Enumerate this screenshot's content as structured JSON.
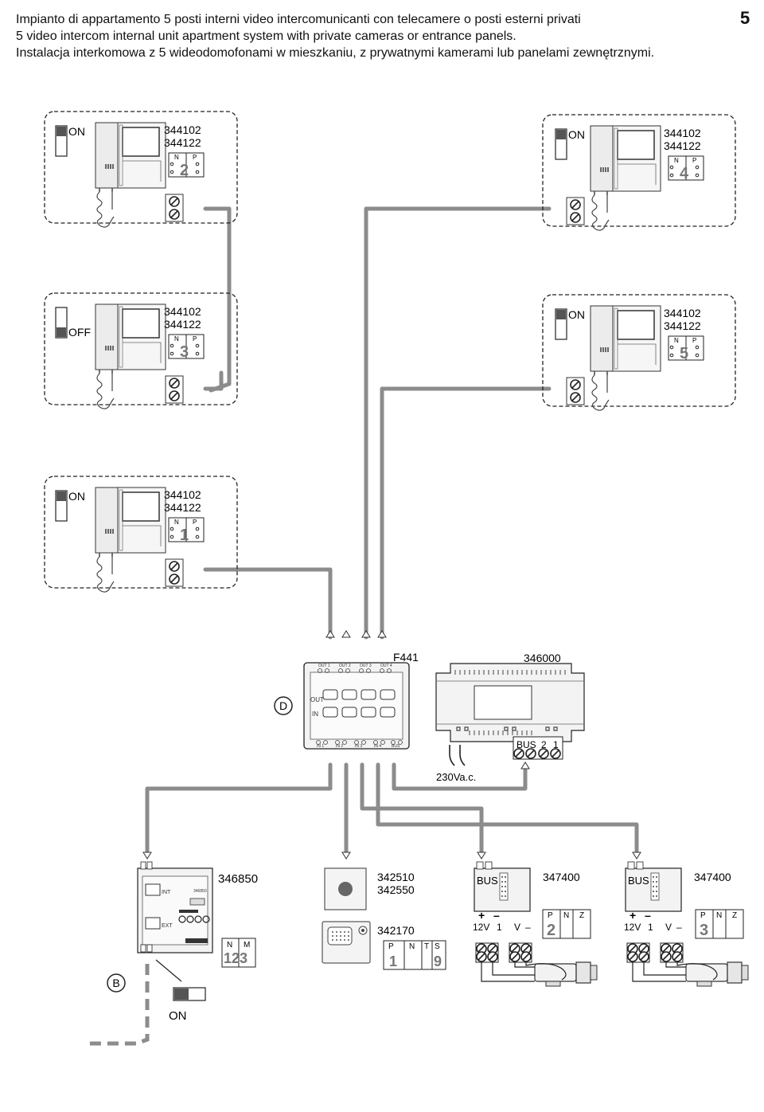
{
  "header": {
    "line_it": "Impianto di appartamento 5 posti interni video intercomunicanti con telecamere o posti esterni privati",
    "line_en": "5 video intercom internal unit apartment system with private cameras or entrance panels.",
    "line_pl": "Instalacja interkomowa z 5 wideodomofonami w mieszkaniu, z prywatnymi kamerami lub panelami zewnętrznymi.",
    "page_number": "5"
  },
  "units": [
    {
      "switch": "ON",
      "code1": "344102",
      "code2": "344122",
      "n": "N",
      "p": "P",
      "number": "2"
    },
    {
      "switch": "ON",
      "code1": "344102",
      "code2": "344122",
      "n": "N",
      "p": "P",
      "number": "4"
    },
    {
      "switch": "OFF",
      "code1": "344102",
      "code2": "344122",
      "n": "N",
      "p": "P",
      "number": "3"
    },
    {
      "switch": "ON",
      "code1": "344102",
      "code2": "344122",
      "n": "N",
      "p": "P",
      "number": "5"
    },
    {
      "switch": "ON",
      "code1": "344102",
      "code2": "344122",
      "n": "N",
      "p": "P",
      "number": "1"
    }
  ],
  "distributor": {
    "code": "F441",
    "letter": "D",
    "out_label": "OUT",
    "in_label": "IN",
    "top_terminals": [
      "OUT 1",
      "OUT 2",
      "OUT 3",
      "OUT 4"
    ],
    "bottom_terminals": [
      "IN 1",
      "IN 2",
      "IN 3",
      "IN 4",
      "BUS"
    ]
  },
  "power_supply": {
    "code": "346000",
    "bus_label": "BUS",
    "t2": "2",
    "t1": "1",
    "mains": "230Va.c."
  },
  "interface": {
    "code": "346850",
    "int_label": "INT",
    "ext_label": "EXT",
    "model_small": "346850",
    "n": "N",
    "m": "M",
    "digits": "123",
    "letter": "B",
    "switch": "ON"
  },
  "entrance_panel": {
    "code1": "342510",
    "code2": "342550",
    "code3": "342170",
    "p": "P",
    "n": "N",
    "t": "T",
    "s": "S",
    "d1": "1",
    "d2": "9"
  },
  "camera_adapters": [
    {
      "code": "347400",
      "bus": "BUS",
      "plus": "+",
      "minus": "–",
      "v12": "12V",
      "one": "1",
      "v": "V",
      "vminus": "–",
      "p": "P",
      "n": "N",
      "z": "Z",
      "number": "2"
    },
    {
      "code": "347400",
      "bus": "BUS",
      "plus": "+",
      "minus": "–",
      "v12": "12V",
      "one": "1",
      "v": "V",
      "vminus": "–",
      "p": "P",
      "n": "N",
      "z": "Z",
      "number": "3"
    }
  ],
  "colors": {
    "cable": "#8c8c8c",
    "device_fill": "#f3f3f3",
    "line": "#222222"
  }
}
